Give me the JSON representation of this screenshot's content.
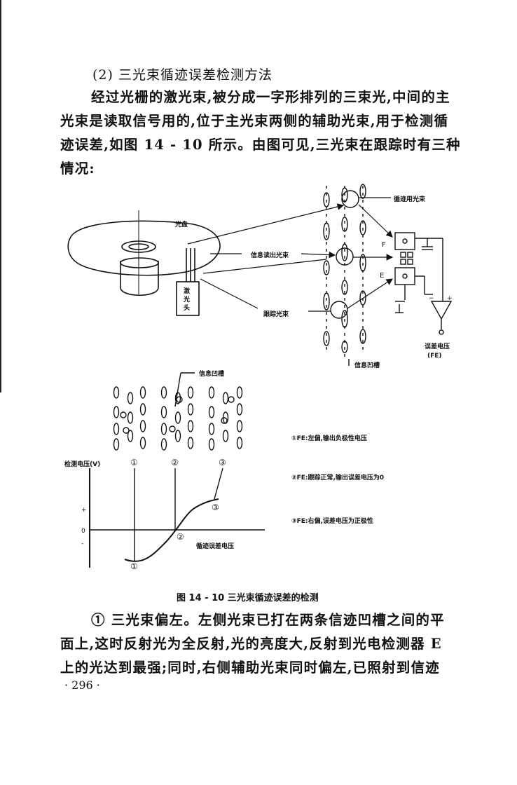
{
  "section": {
    "heading": "(2) 三光束循迹误差检测方法"
  },
  "paragraph1": [
    "经过光栅的激光束,被分成一字形排列的三束光,中间的主",
    "光束是读取信号用的,位于主光束两侧的辅助光束,用于检测循",
    "迹误差,如图 14 - 10 所示。由图可见,三光束在跟踪时有三种",
    "情况:"
  ],
  "figure": {
    "top": {
      "disc_label": "光盘",
      "laser_head_label": [
        "激",
        "光",
        "头"
      ],
      "tracking_beam_label": "循迹用光束",
      "readout_beam_label": "信息读出光束",
      "follow_beam_label": "跟踪光束",
      "pit_label": "信息凹槽",
      "detector_f": "F",
      "detector_e": "E",
      "output_label": "误差电压",
      "output_symbol": "(FE)",
      "amp_plus": "+",
      "amp_minus": "−"
    },
    "bottom": {
      "pit_label": "信息凹槽",
      "y_axis_label": "检测电压(V)",
      "plus_mark": "+",
      "zero_mark": "0",
      "minus_mark": "-",
      "curve_label": "循迹误差电压",
      "case_markers": [
        "①",
        "②",
        "③"
      ],
      "legend": [
        "①FE:左偏,输出负极性电压",
        "②FE:跟踪正常,输出误差电压为0",
        "③FE:右偏,误差电压为正极性"
      ]
    },
    "caption": "图 14 - 10   三光束循迹误差的检测"
  },
  "paragraph2": [
    "① 三光束偏左。左侧光束已打在两条信迹凹槽之间的平",
    "面上,这时反射光为全反射,光的亮度大,反射到光电检测器 E",
    "上的光达到最强;同时,右侧辅助光束同时偏左,已照射到信迹"
  ],
  "page_number": "· 296 ·"
}
